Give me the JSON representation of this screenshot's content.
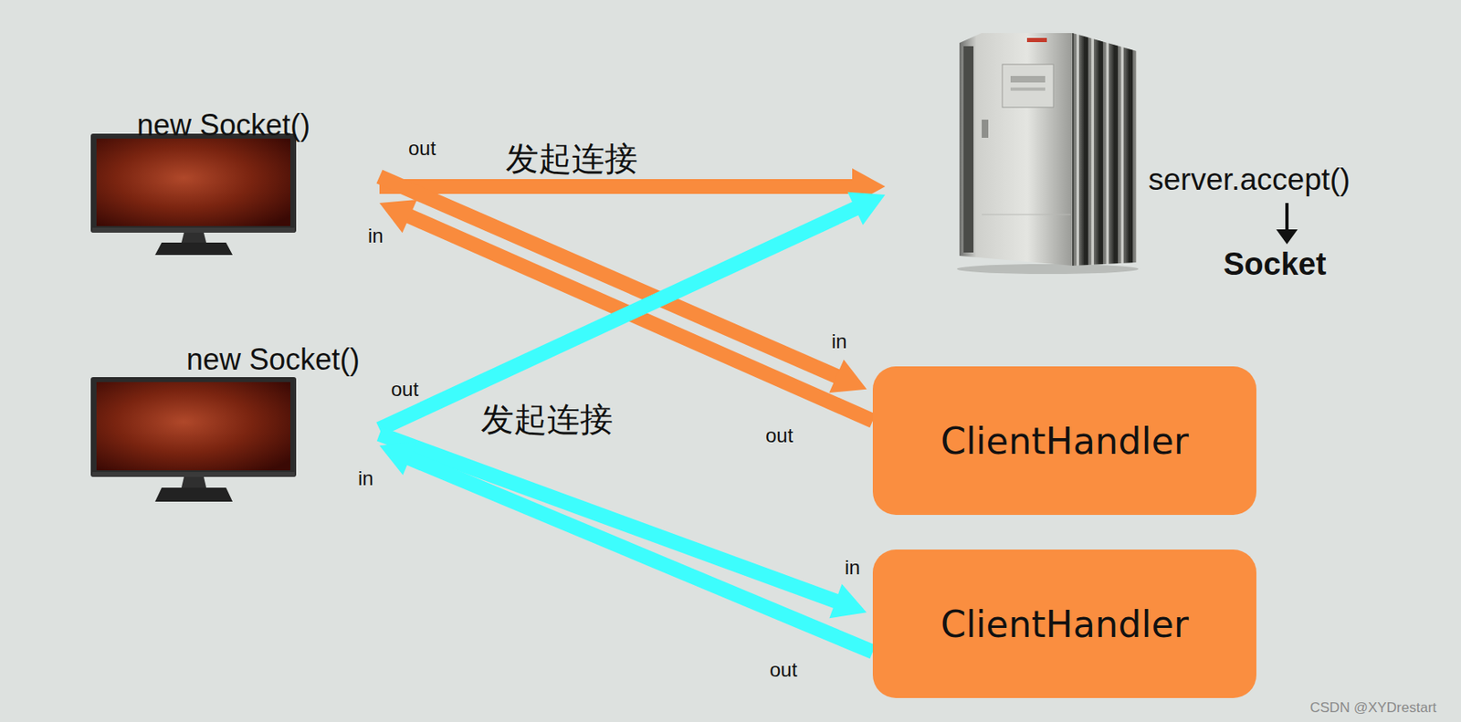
{
  "diagram": {
    "nodes": [
      {
        "text": [
          "new Socket()"
        ]
      },
      {
        "text": [
          "server.accept()",
          "Socket"
        ]
      },
      {
        "text": [
          "new Socket()"
        ]
      },
      {
        "text": [
          "ClientHandler"
        ]
      },
      {
        "text": [
          "ClientHandler"
        ]
      }
    ],
    "edges": [
      {
        "from": 0,
        "to": 1,
        "arrow": "to",
        "label": "发起连接"
      },
      {
        "from": 0,
        "to": 3,
        "arrow": "to"
      },
      {
        "from": 3,
        "to": 0,
        "arrow": "to"
      },
      {
        "from": 2,
        "to": 1,
        "arrow": "to",
        "label": "发起连接"
      },
      {
        "from": 2,
        "to": 4,
        "arrow": "to"
      },
      {
        "from": 4,
        "to": 2,
        "arrow": "to"
      }
    ],
    "labels": [
      "out",
      "in",
      "in",
      "out",
      "out",
      "in",
      "in",
      "out",
      "CSDN @XYDrestart"
    ]
  }
}
